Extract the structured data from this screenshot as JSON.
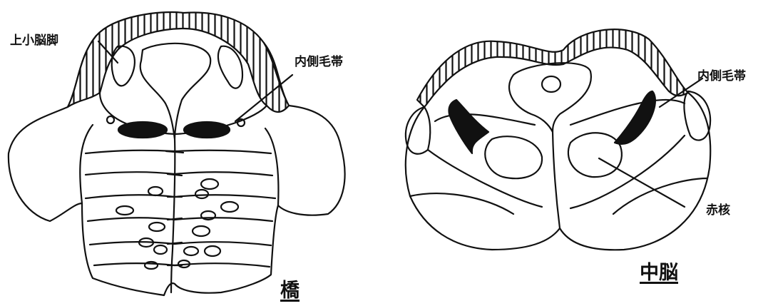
{
  "colors": {
    "ink": "#111111",
    "background": "#ffffff"
  },
  "figures": [
    {
      "id": "pons",
      "title": "橋",
      "labels": [
        {
          "key": "superior_cerebellar_peduncle",
          "text": "上小脳脚"
        },
        {
          "key": "medial_lemniscus",
          "text": "内側毛帯"
        }
      ]
    },
    {
      "id": "midbrain",
      "title": "中脳",
      "labels": [
        {
          "key": "medial_lemniscus",
          "text": "内側毛帯"
        },
        {
          "key": "red_nucleus",
          "text": "赤核"
        }
      ]
    }
  ]
}
